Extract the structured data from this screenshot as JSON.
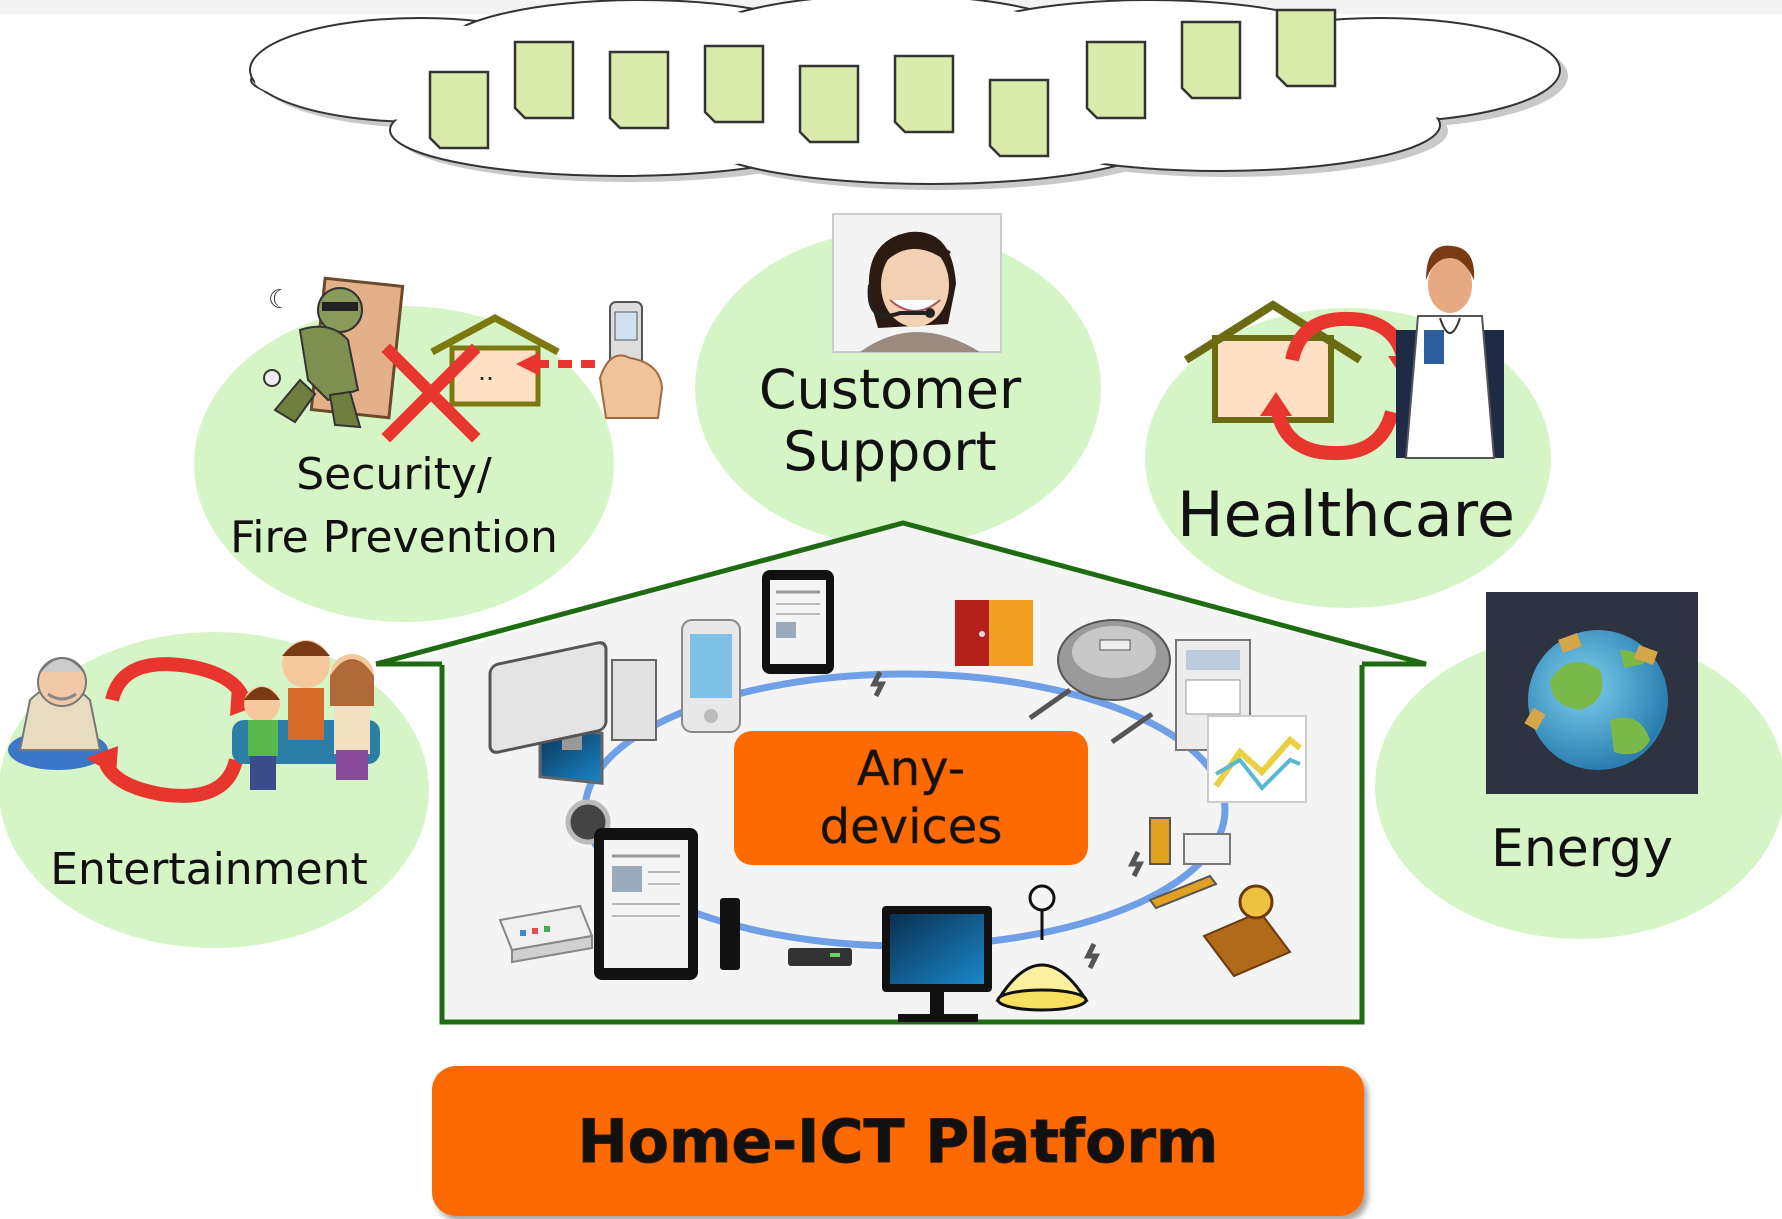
{
  "services": {
    "security": {
      "line1": "Security/",
      "line2": "Fire Prevention"
    },
    "customer_support": {
      "line1": "Customer",
      "line2": "Support"
    },
    "healthcare": {
      "label": "Healthcare"
    },
    "entertainment": {
      "label": "Entertainment"
    },
    "energy": {
      "label": "Energy"
    }
  },
  "center": {
    "line1": "Any-",
    "line2": "devices"
  },
  "platform": {
    "label": "Home-ICT Platform"
  },
  "colors": {
    "bubble": "#d6f5c6",
    "accent_orange": "#ff6a00",
    "house_outline": "#1f6b12",
    "doc_fill": "#d9eaaa",
    "ring": "#6f9fe6",
    "arrow_red": "#e8362e"
  }
}
